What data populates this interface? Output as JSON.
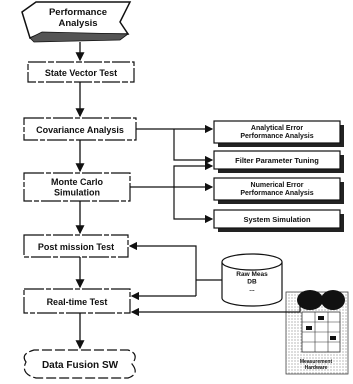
{
  "flow": {
    "start": "Performance\nAnalysis",
    "state_vector": "State Vector Test",
    "covariance": "Covariance Analysis",
    "monte_carlo": "Monte Carlo\nSimulation",
    "post_mission": "Post mission Test",
    "real_time": "Real-time Test",
    "end": "Data Fusion SW"
  },
  "outputs": {
    "analytical_error": "Analytical Error\nPerformance Analysis",
    "filter_tuning": "Filter Parameter Tuning",
    "numerical_error": "Numerical Error\nPerformance Analysis",
    "system_simulation": "System Simulation"
  },
  "database": {
    "label": "Raw Meas\nDB\n..."
  },
  "hardware": {
    "label": "Measurement\nHardware"
  }
}
